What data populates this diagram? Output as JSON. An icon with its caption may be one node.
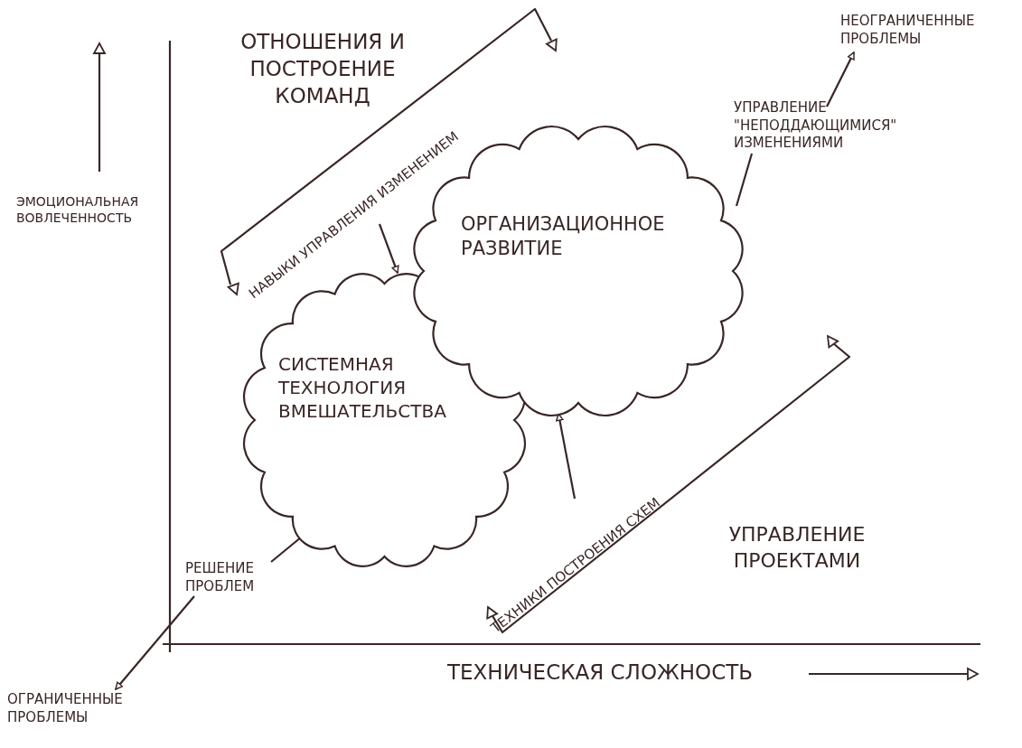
{
  "diagram": {
    "nodes": [
      {
        "text": [
          "НАВЫКИ УПРАВЛЕНИЯ ИЗМЕНЕНИЕМ"
        ]
      },
      {
        "text": [
          "ОРГАНИЗАЦИОННОЕ РАЗВИТИЕ"
        ]
      },
      {
        "text": [
          "СИСТЕМНАЯ ТЕХНОЛОГИЯ ВМЕШАТЕЛЬСТВА"
        ]
      },
      {
        "text": [
          "НЕОГРАНИЧЕННЫЕ ПРОБЛЕМЫ"
        ]
      },
      {
        "text": [
          "УПРАВЛЕНИЕ \"НЕПОДДАЮЩИМИСЯ\" ИЗМЕНЕНИЯМИ"
        ]
      },
      {
        "text": [
          "РЕШЕНИЕ ПРОБЛЕМ"
        ]
      },
      {
        "text": [
          "ТЕХНИКИ ПОСТРОЕНИЯ СХЕМ"
        ]
      },
      {
        "text": [
          "ОГРАНИЧЕННЫЕ ПРОБЛЕМЫ"
        ]
      }
    ],
    "edges": [
      {
        "from": 0,
        "to": 2,
        "arrow": "to"
      },
      {
        "from": 4,
        "to": 1,
        "arrow": "none"
      },
      {
        "from": 4,
        "to": 3,
        "arrow": "to"
      },
      {
        "from": 2,
        "to": 5,
        "arrow": "none"
      },
      {
        "from": 5,
        "to": 7,
        "arrow": "to"
      },
      {
        "from": 6,
        "to": 1,
        "arrow": "to"
      }
    ],
    "labels": [
      "ОТНОШЕНИЯ И ПОСТРОЕНИЕ КОМАНД",
      "ЭМОЦИОНАЛЬНАЯ ВОВЛЕЧЕННОСТЬ",
      "УПРАВЛЕНИЕ ПРОЕКТАМИ",
      "ТЕХНИЧЕСКАЯ СЛОЖНОСТЬ"
    ]
  }
}
